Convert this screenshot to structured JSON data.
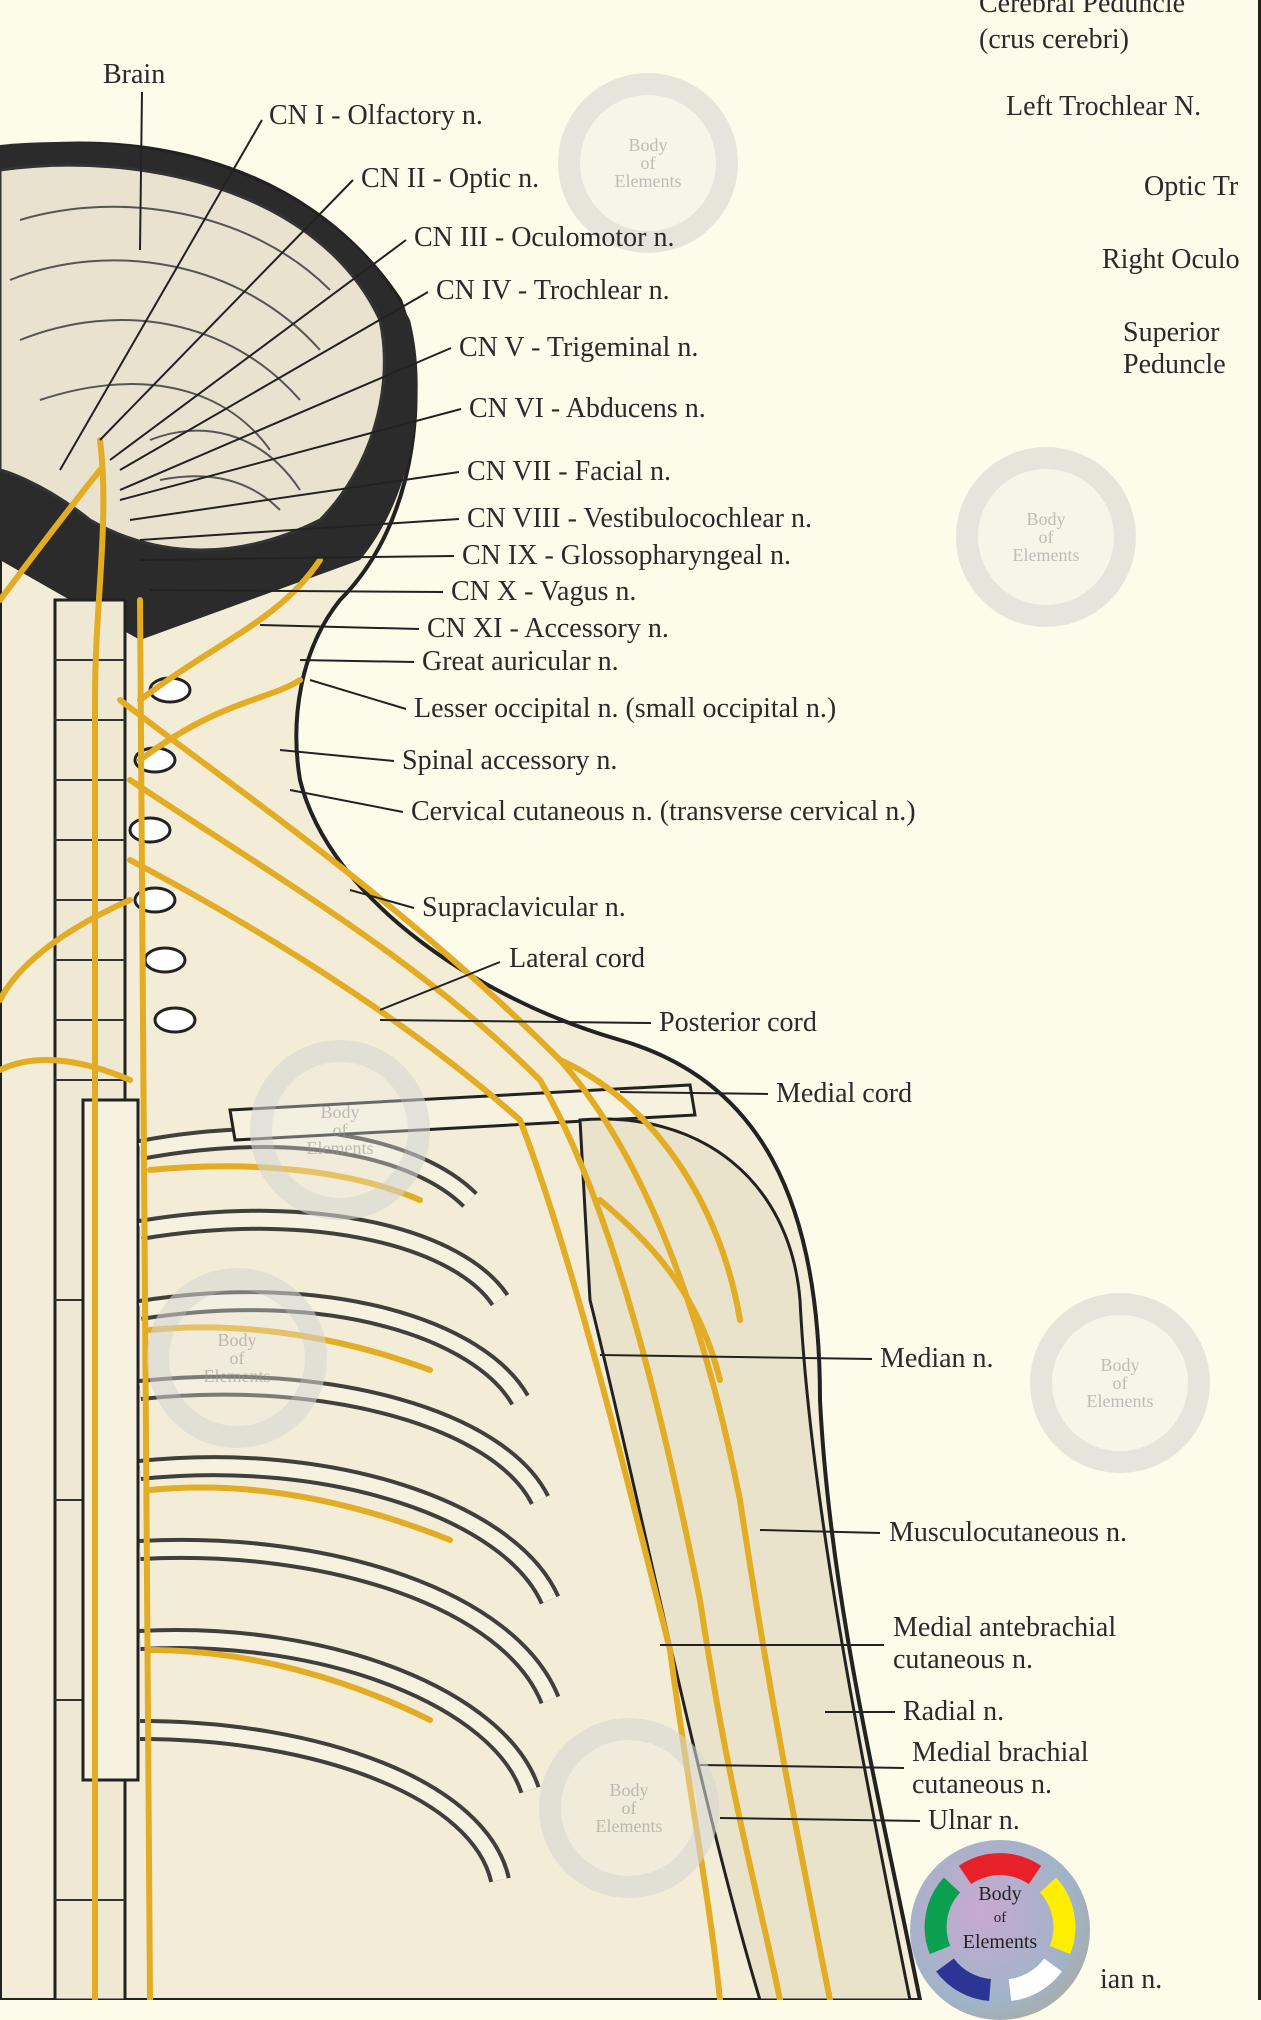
{
  "labels": {
    "brain": "Brain",
    "cn1": "CN I - Olfactory n.",
    "cn2": "CN II - Optic n.",
    "cn3": "CN III - Oculomotor n.",
    "cn4": "CN IV - Trochlear n.",
    "cn5": "CN V - Trigeminal n.",
    "cn6": "CN VI - Abducens n.",
    "cn7": "CN VII - Facial n.",
    "cn8": "CN VIII - Vestibulocochlear n.",
    "cn9": "CN IX - Glossopharyngeal n.",
    "cn10": "CN X - Vagus n.",
    "cn11": "CN XI - Accessory n.",
    "great_auricular": "Great auricular n.",
    "lesser_occipital": "Lesser occipital n. (small occipital n.)",
    "spinal_accessory": "Spinal accessory n.",
    "cervical_cutaneous": "Cervical cutaneous n. (transverse cervical n.)",
    "supraclavicular": "Supraclavicular n.",
    "lateral_cord": "Lateral cord",
    "posterior_cord": "Posterior cord",
    "medial_cord": "Medial cord",
    "median": "Median n.",
    "musculocutaneous": "Musculocutaneous n.",
    "med_antebrachial_1": "Medial antebrachial",
    "med_antebrachial_2": "cutaneous n.",
    "radial": "Radial n.",
    "med_brachial_1": "Medial brachial",
    "med_brachial_2": "cutaneous n.",
    "ulnar": "Ulnar n.",
    "partial_bottom": "ian n."
  },
  "right_labels": {
    "cerebral_peduncle": "Cerebral Peduncle",
    "crus_cerebri": "(crus cerebri)",
    "left_trochlear": "Left Trochlear N.",
    "optic_tract": "Optic Tr",
    "right_oculomotor": "Right Oculo",
    "superior": "Superior",
    "peduncle": "Peduncle"
  },
  "watermark": {
    "line1": "Body",
    "line2": "of",
    "line3": "Elements"
  },
  "colors": {
    "nerve": "#e2ac24",
    "paper": "#fdfbea",
    "ink": "#2a2a2a"
  }
}
